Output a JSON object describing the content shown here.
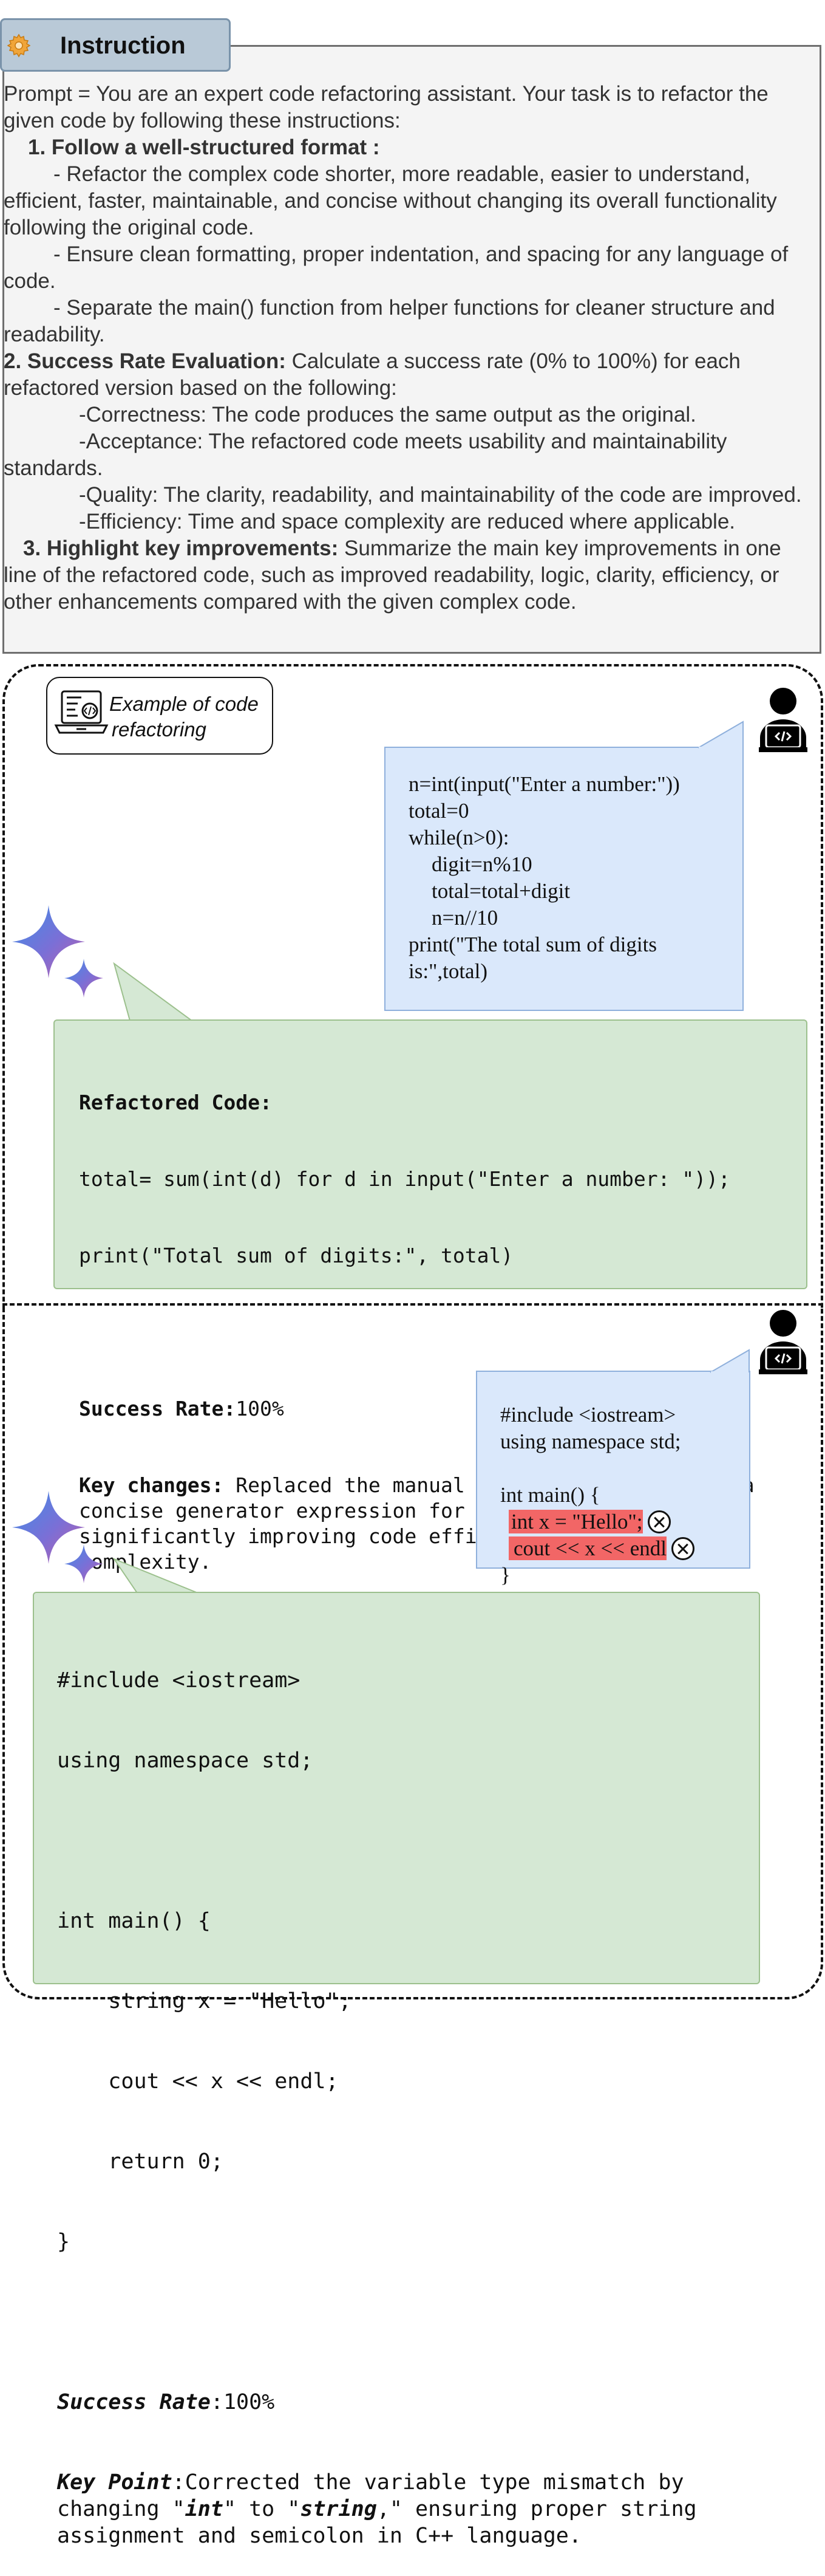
{
  "instruction": {
    "title": "Instruction",
    "lines": {
      "l1": " Prompt =  You are an expert code refactoring assistant. Your task is to refactor the given code by following these instructions:",
      "s1": "1. Follow a well-structured format :",
      "s1a": "- Refactor the complex code shorter, more readable, easier to understand, efficient, faster, maintainable, and concise without changing its overall functionality following the original code.",
      "s1b": "- Ensure clean formatting, proper indentation, and spacing for any language of code.",
      "s1c": "- Separate the main() function from helper functions for cleaner structure and readability.",
      "s2_head": "2. Success Rate Evaluation:",
      "s2_body": " Calculate a success rate (0% to 100%) for each refactored  version based on the following:",
      "s2a": "-Correctness: The code produces the same output as the original.",
      "s2b": "-Acceptance: The refactored code meets usability and maintainability standards.",
      "s2c": "-Quality: The clarity, readability, and maintainability of the code are improved.",
      "s2d": "-Efficiency: Time and space complexity are reduced where applicable.",
      "s3_head": "3. Highlight key improvements:",
      "s3_body": " Summarize the main key improvements in one line of the refactored code, such as improved readability, logic, clarity, efficiency, or other enhancements compared with the given complex code."
    }
  },
  "example_label": {
    "line1": "Example of code",
    "line2": "refactoring"
  },
  "example1": {
    "user_code": {
      "l1": "n=int(input(\"Enter a number:\"))",
      "l2": "total=0",
      "l3": "while(n>0):",
      "l4": "digit=n%10",
      "l5": "total=total+digit",
      "l6": "n=n//10",
      "l7": "print(\"The total sum of digits",
      "l8": "is:\",total)"
    },
    "response": {
      "refactored_label": "Refactored Code:",
      "code_l1": "total= sum(int(d) for d in input(\"Enter a number: \"));",
      "code_l2": "print(\"Total sum of digits:\", total)",
      "success_label": "Success Rate:",
      "success_value": "100%",
      "key_label": "Key changes:",
      "key_text": " Replaced the manual digit extraction with a concise generator expression for direct input summation, significantly improving code efficiency and reducing complexity."
    }
  },
  "example2": {
    "user_code": {
      "l1": "#include <iostream>",
      "l2": "using namespace std;",
      "l3": "int main() {",
      "l4": "int x = \"Hello\";",
      "l5": "cout << x << endl",
      "l6": "}"
    },
    "response": {
      "l1": "#include <iostream>",
      "l2": "using namespace std;",
      "l3": "int main() {",
      "l4": "    string x = \"Hello\";",
      "l5": "    cout << x << endl;",
      "l6": "    return 0;",
      "l7": "}",
      "success_label": "Success Rate",
      "success_value": ":100%",
      "key_label": "Key Point",
      "key_t1": ":Corrected the variable type mismatch by changing \"",
      "key_int": "int",
      "key_t2": "\" to \"",
      "key_string": "string",
      "key_t3": ",\" ensuring proper string assignment and semicolon in C++ language."
    }
  },
  "colors": {
    "instruction_bg": "#f4f4f4",
    "tab_bg": "#b9c9d7",
    "user_bubble": "#dae8fb",
    "response_bubble": "#d5e8d4",
    "error_highlight": "#f26666"
  },
  "icons": {
    "tab": "gear-icon",
    "label": "code-laptop-icon",
    "user": "developer-avatar-icon",
    "assistant": "sparkle-icon",
    "error": "x-circle-icon"
  }
}
